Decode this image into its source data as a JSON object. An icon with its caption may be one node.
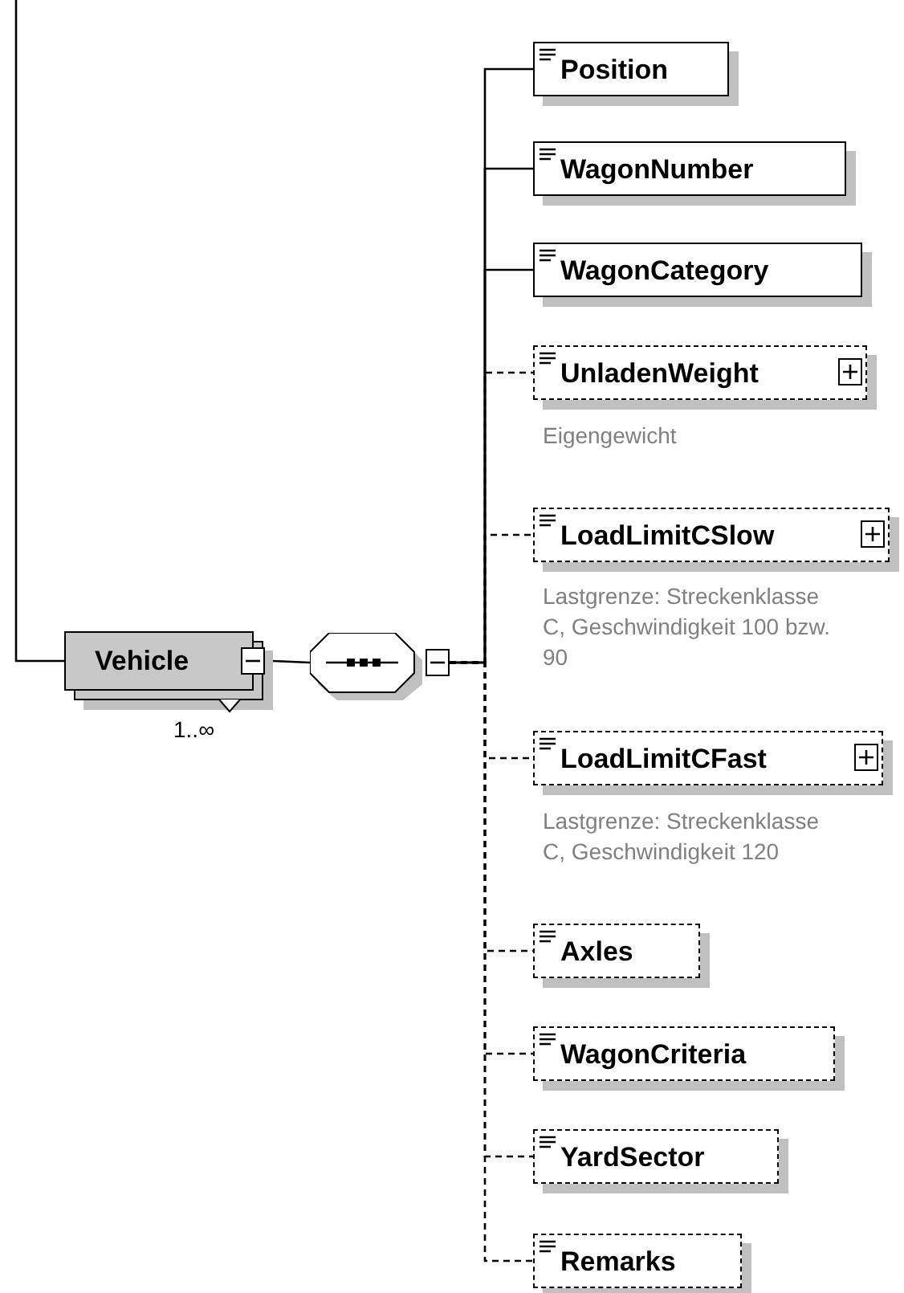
{
  "diagram": {
    "nodes": [
      {
        "text": [
          "Vehicle"
        ],
        "beside": [
          "1..∞"
        ]
      },
      {
        "text": [],
        "shape": "octagon"
      },
      {
        "text": [
          "Position"
        ]
      },
      {
        "text": [
          "WagonNumber"
        ]
      },
      {
        "text": [
          "WagonCategory"
        ]
      },
      {
        "text": [
          "UnladenWeight"
        ],
        "beside": [
          "Eigengewicht"
        ]
      },
      {
        "text": [
          "LoadLimitCSlow"
        ],
        "beside": [
          "Lastgrenze: Streckenklasse C, Geschwindigkeit 100 bzw. 90"
        ]
      },
      {
        "text": [
          "LoadLimitCFast"
        ],
        "beside": [
          "Lastgrenze: Streckenklasse C, Geschwindigkeit 120"
        ]
      },
      {
        "text": [
          "Axles"
        ]
      },
      {
        "text": [
          "WagonCriteria"
        ]
      },
      {
        "text": [
          "YardSector"
        ]
      },
      {
        "text": [
          "Remarks"
        ]
      }
    ],
    "edges": [
      {
        "from": null,
        "to": 0,
        "arrow": "none"
      },
      {
        "from": 0,
        "to": 1,
        "arrow": "none"
      },
      {
        "from": 1,
        "to": 2,
        "arrow": "none"
      },
      {
        "from": 1,
        "to": 3,
        "arrow": "none"
      },
      {
        "from": 1,
        "to": 4,
        "arrow": "none"
      },
      {
        "from": 1,
        "to": 5,
        "arrow": "none",
        "style": "dashed"
      },
      {
        "from": 1,
        "to": 6,
        "arrow": "none",
        "style": "dashed"
      },
      {
        "from": 1,
        "to": 7,
        "arrow": "none",
        "style": "dashed"
      },
      {
        "from": 1,
        "to": 8,
        "arrow": "none",
        "style": "dashed"
      },
      {
        "from": 1,
        "to": 9,
        "arrow": "none",
        "style": "dashed"
      },
      {
        "from": 1,
        "to": 10,
        "arrow": "none",
        "style": "dashed"
      },
      {
        "from": 1,
        "to": 11,
        "arrow": "none",
        "style": "dashed"
      }
    ]
  }
}
